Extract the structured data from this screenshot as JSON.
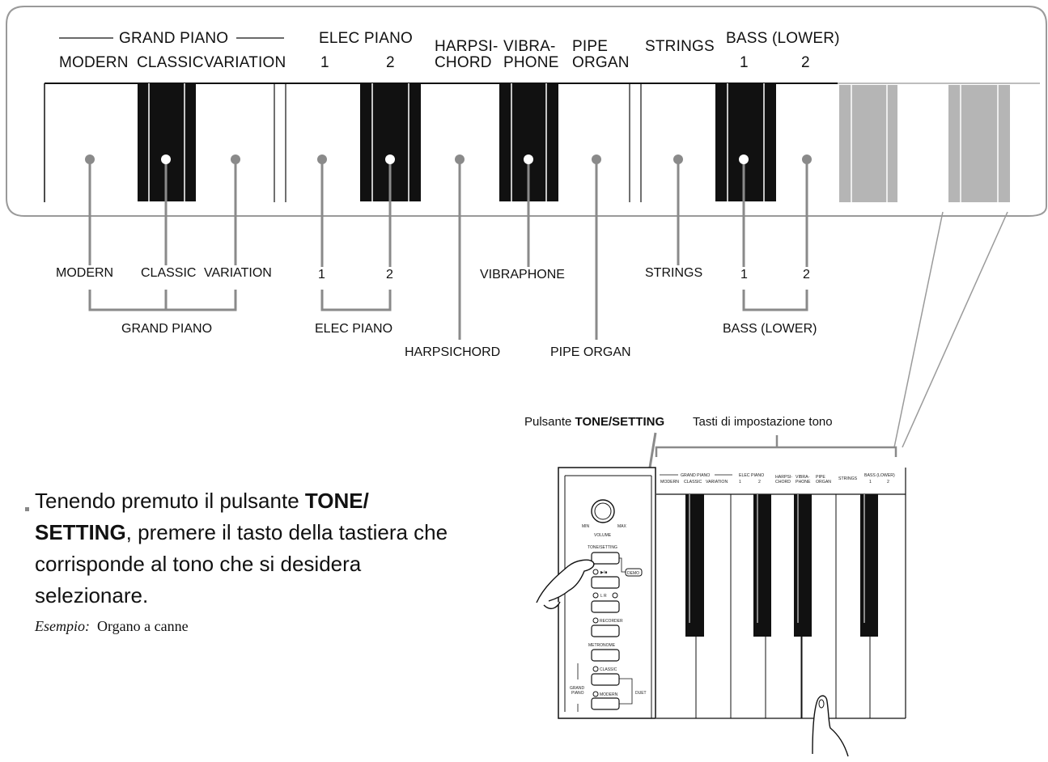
{
  "top_header": {
    "grand_piano": "GRAND PIANO",
    "modern": "MODERN",
    "classic": "CLASSIC",
    "variation": "VARIATION",
    "elec_piano": "ELEC PIANO",
    "elec_1": "1",
    "elec_2": "2",
    "harpsi_1": "HARPSI-",
    "harpsi_2": "CHORD",
    "vibra_1": "VIBRA-",
    "vibra_2": "PHONE",
    "pipe_1": "PIPE",
    "pipe_2": "ORGAN",
    "strings": "STRINGS",
    "bass": "BASS (LOWER)",
    "bass_1": "1",
    "bass_2": "2"
  },
  "lower_labels": {
    "modern": "MODERN",
    "classic": "CLASSIC",
    "variation": "VARIATION",
    "grand_piano": "GRAND PIANO",
    "elec_1": "1",
    "elec_2": "2",
    "elec_piano": "ELEC PIANO",
    "harpsichord": "HARPSICHORD",
    "vibraphone": "VIBRAPHONE",
    "pipe_organ": "PIPE ORGAN",
    "strings": "STRINGS",
    "bass_1": "1",
    "bass_2": "2",
    "bass": "BASS (LOWER)"
  },
  "callouts": {
    "button_prefix": "Pulsante ",
    "button_name": "TONE/SETTING",
    "keys_label": "Tasti di impostazione tono"
  },
  "instruction": {
    "part1": "Tenendo premuto il pulsante ",
    "bold1": "TONE/",
    "bold2": "SETTING",
    "part2": ", premere il tasto della tastiera che corrisponde al tono che si desidera selezionare.",
    "example_label": "Esempio:",
    "example_value": "Organo a canne"
  },
  "panel": {
    "min": "MIN",
    "max": "MAX",
    "volume": "VOLUME",
    "tone_setting": "TONE/SETTING",
    "play_stop": "▶/■",
    "demo": "DEMO",
    "lr": "L   R",
    "recorder": "RECORDER",
    "metronome": "METRONOME",
    "classic": "CLASSIC",
    "grand_piano_1": "GRAND",
    "grand_piano_2": "PIANO",
    "modern": "MODERN",
    "duet": "DUET"
  },
  "mini_header": {
    "grand_piano": "GRAND PIANO",
    "modern": "MODERN",
    "classic": "CLASSIC",
    "variation": "VARIATION",
    "elec_piano": "ELEC PIANO",
    "e1": "1",
    "e2": "2",
    "harpsi": "HARPSI-",
    "chord": "CHORD",
    "vibra": "VIBRA-",
    "phone": "PHONE",
    "pipe": "PIPE",
    "organ": "ORGAN",
    "strings": "STRINGS",
    "bass": "BASS (LOWER)",
    "b1": "1",
    "b2": "2"
  }
}
